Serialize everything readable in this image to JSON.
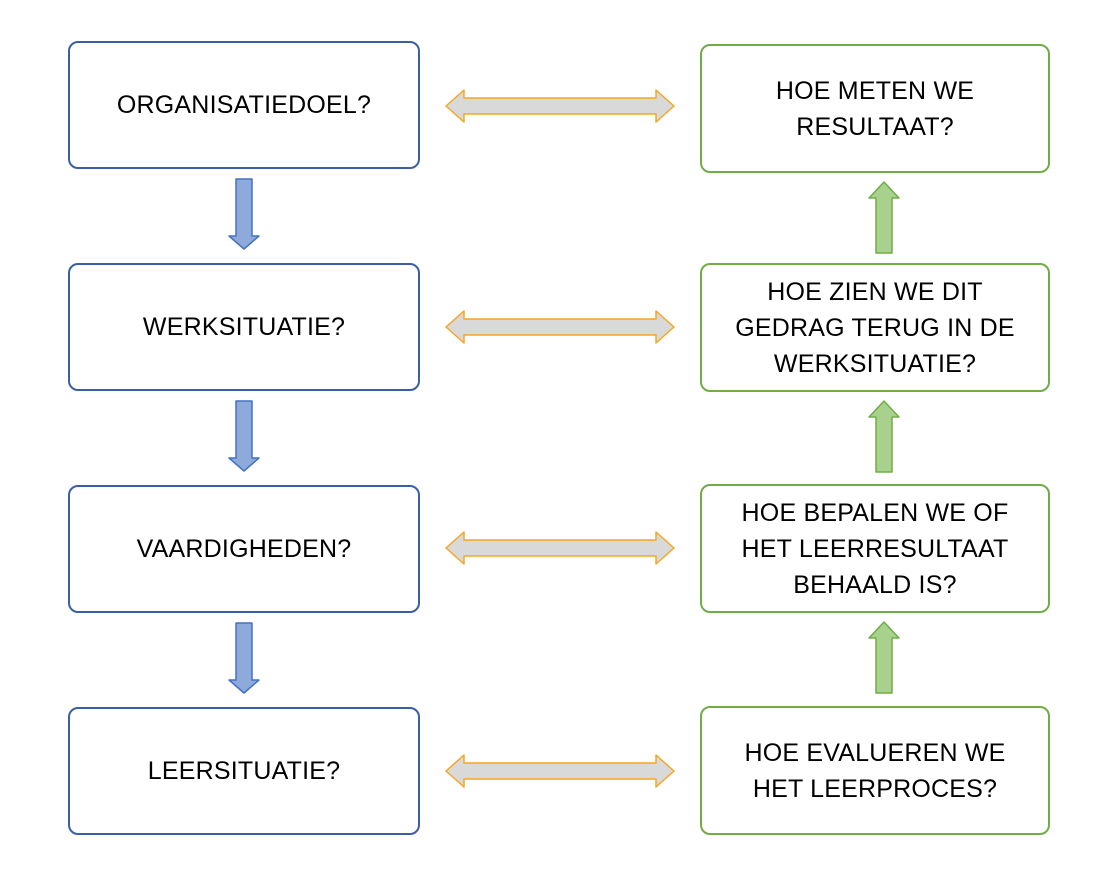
{
  "colors": {
    "left_border": "#3b5fa5",
    "right_border": "#70ad47",
    "down_arrow_fill": "#8eaadb",
    "down_arrow_stroke": "#4472c4",
    "up_arrow_fill": "#a9d18e",
    "up_arrow_stroke": "#70ad47",
    "double_arrow_fill": "#d9d9d9",
    "double_arrow_stroke": "#f5a623"
  },
  "left_column": [
    {
      "label": "ORGANISATIEDOEL?"
    },
    {
      "label": "WERKSITUATIE?"
    },
    {
      "label": "VAARDIGHEDEN?"
    },
    {
      "label": "LEERSITUATIE?"
    }
  ],
  "right_column": [
    {
      "label": "HOE METEN WE\nRESULTAAT?"
    },
    {
      "label": "HOE ZIEN WE DIT\nGEDRAG TERUG IN DE\nWERKSITUATIE?"
    },
    {
      "label": "HOE BEPALEN WE OF\nHET LEERRESULTAAT\nBEHAALD IS?"
    },
    {
      "label": "HOE EVALUEREN WE\nHET LEERPROCES?"
    }
  ],
  "arrows": {
    "left_column_direction": "down",
    "right_column_direction": "up",
    "between_columns": "bidirectional"
  }
}
